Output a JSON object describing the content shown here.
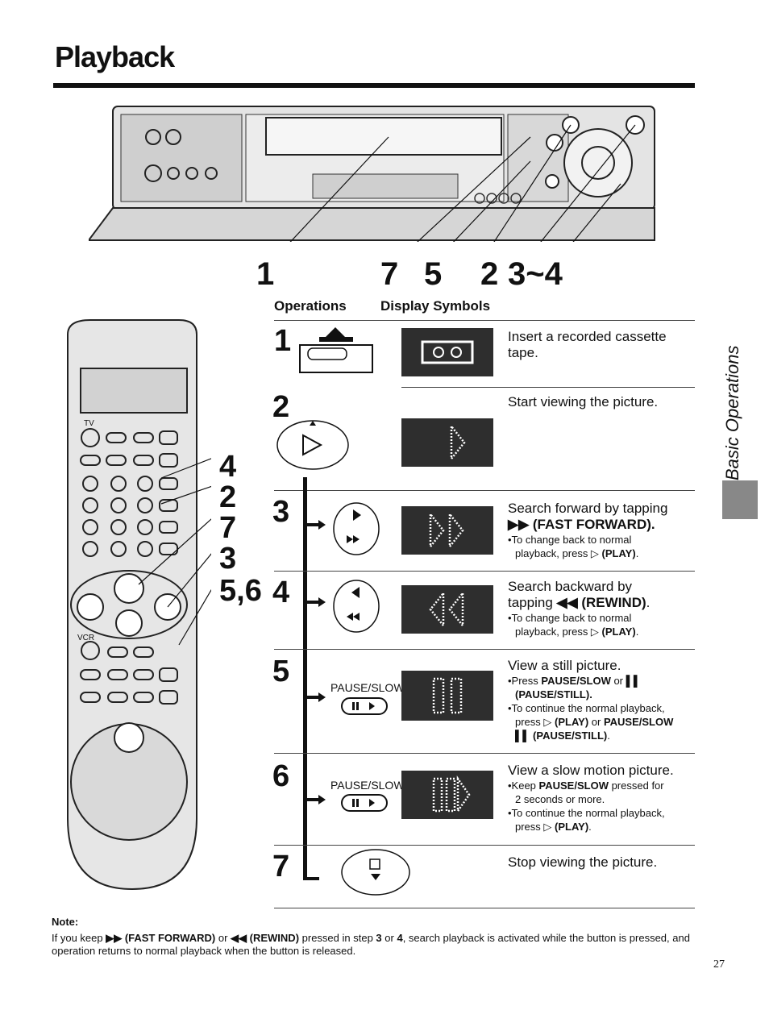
{
  "page": {
    "title": "Playback",
    "page_number": "27",
    "side_tab": "Basic Operations"
  },
  "vcr_callouts": [
    "1",
    "7",
    "5",
    "2",
    "3~4"
  ],
  "remote_callouts": [
    "4",
    "2",
    "7",
    "3",
    "5,6"
  ],
  "remote": {
    "tv_label": "TV",
    "vcr_label": "VCR"
  },
  "columns": {
    "operations": "Operations",
    "display_symbols": "Display Symbols"
  },
  "steps": [
    {
      "num": "1",
      "main": "Insert a recorded cassette tape.",
      "display_icon": "cassette-symbol"
    },
    {
      "num": "2",
      "main": "Start viewing the picture.",
      "display_icon": "play-symbol"
    },
    {
      "num": "3",
      "main_a": "Search forward by tapping",
      "main_b": "▶▶ (FAST FORWARD).",
      "sub_a": "•To change back to normal",
      "sub_b_pre": "playback, press ▷ ",
      "sub_b_bold": "(PLAY)",
      "sub_b_post": ".",
      "display_icon": "fast-forward-symbol"
    },
    {
      "num": "4",
      "main_a": "Search backward by",
      "main_b_pre": "tapping ",
      "main_b_bold": "◀◀ (REWIND)",
      "main_b_post": ".",
      "sub_a": "•To change back to normal",
      "sub_b_pre": "playback, press ▷ ",
      "sub_b_bold": "(PLAY)",
      "sub_b_post": ".",
      "display_icon": "rewind-symbol"
    },
    {
      "num": "5",
      "main": "View a still picture.",
      "button_label": "PAUSE/SLOW",
      "display_icon": "pause-symbol",
      "sub_1_pre": "•Press ",
      "sub_1_bold": "PAUSE/SLOW",
      "sub_1_mid": " or ",
      "sub_1_bold2": "▌▌",
      "sub_2_bold": "(PAUSE/STILL).",
      "sub_3": "•To continue the normal playback,",
      "sub_4_pre": "press ▷ ",
      "sub_4_bold": "(PLAY)",
      "sub_4_mid": " or ",
      "sub_4_bold2": "PAUSE/SLOW",
      "sub_5_bold": "▌▌ (PAUSE/STILL)",
      "sub_5_post": "."
    },
    {
      "num": "6",
      "main": "View a slow motion picture.",
      "button_label": "PAUSE/SLOW",
      "display_icon": "slow-symbol",
      "sub_1_pre": "•Keep ",
      "sub_1_bold": "PAUSE/SLOW",
      "sub_1_post": " pressed for",
      "sub_2": "2 seconds or more.",
      "sub_3": "•To continue the normal playback,",
      "sub_4_pre": "press ▷ ",
      "sub_4_bold": "(PLAY)",
      "sub_4_post": "."
    },
    {
      "num": "7",
      "main": "Stop viewing the picture.",
      "button_icon": "stop-button"
    }
  ],
  "note": {
    "heading": "Note:",
    "t1": "If you keep ",
    "b1": "▶▶ (FAST FORWARD)",
    "t2": " or ",
    "b2": "◀◀ (REWIND)",
    "t3": " pressed in step ",
    "b3": "3",
    "t4": " or ",
    "b4": "4",
    "t5": ", search playback is activated while the button is pressed, and operation returns to normal playback when the button is released."
  }
}
